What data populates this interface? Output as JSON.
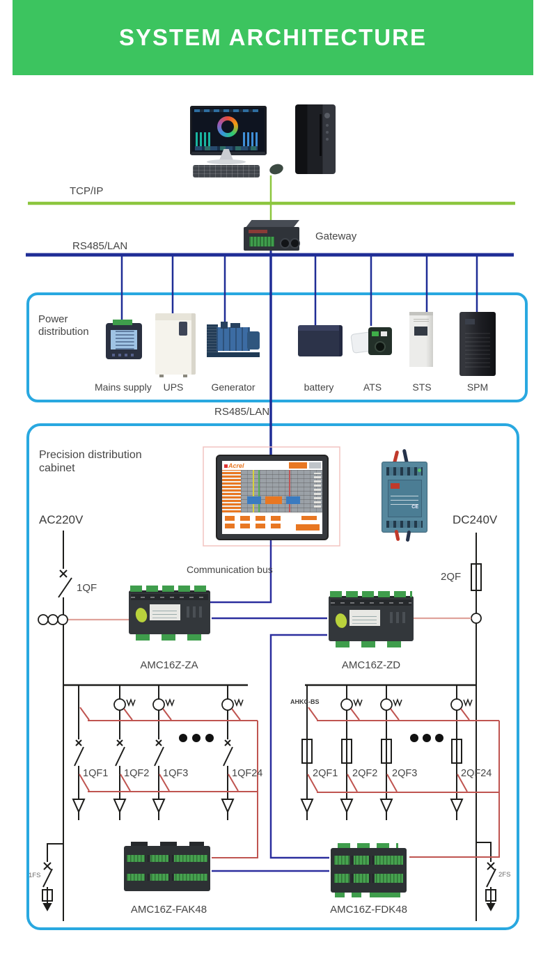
{
  "header": {
    "title": "SYSTEM ARCHITECTURE"
  },
  "network": {
    "tcp_label": "TCP/IP",
    "gateway_label": "Gateway",
    "rs485_label": "RS485/LAN",
    "mid_bus_label": "RS485/LAN"
  },
  "power_box": {
    "title": "Power distribution",
    "devices": [
      "Mains supply",
      "UPS",
      "Generator",
      "battery",
      "ATS",
      "STS",
      "SPM"
    ]
  },
  "cabinet": {
    "title": "Precision distribution cabinet",
    "ac_label": "AC220V",
    "dc_label": "DC240V",
    "breaker_left": "1QF",
    "breaker_right": "2QF",
    "comm_bus_label": "Communication bus",
    "meter_left": "AMC16Z-ZA",
    "meter_right": "AMC16Z-ZD",
    "ct_label": "AHKC-BS",
    "left_branches": [
      "1QF1",
      "1QF2",
      "1QF3",
      "1QF24"
    ],
    "right_branches": [
      "2QF1",
      "2QF2",
      "2QF3",
      "2QF24"
    ],
    "bottom_left_meter": "AMC16Z-FAK48",
    "bottom_right_meter": "AMC16Z-FDK48",
    "fuse_left": "1FS",
    "fuse_right": "2FS"
  },
  "hmi": {
    "brand": "Acrel"
  },
  "colors": {
    "green": "#3cc45f",
    "lime": "#8cc63e",
    "navy": "#1f2d96",
    "skyblue": "#29a8e0",
    "red": "#bf5450",
    "salmon": "#dfa29b",
    "ink": "#1d1d1b",
    "orange": "#e87722"
  }
}
